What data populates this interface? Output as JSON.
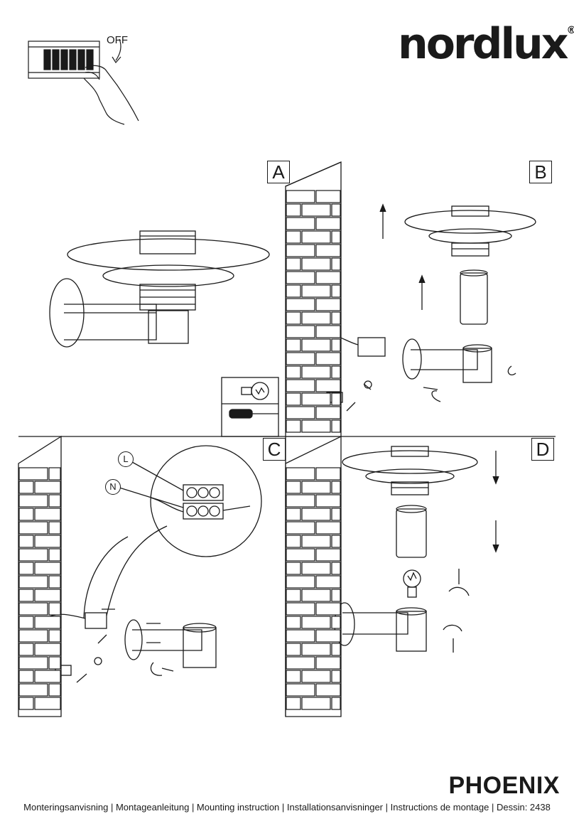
{
  "header": {
    "brand": "nordlux",
    "brand_mark": "®",
    "switch_label": "OFF"
  },
  "panels": [
    {
      "letter": "A"
    },
    {
      "letter": "B"
    },
    {
      "letter": "C"
    },
    {
      "letter": "D"
    }
  ],
  "wiring": {
    "live_label": "L",
    "neutral_label": "N"
  },
  "product": {
    "name": "PHOENIX"
  },
  "footer": {
    "text": "Monteringsanvisning | Montageanleitung | Mounting instruction | Installationsanvisninger | Instructions de montage | Dessin: 2438"
  },
  "icons": [
    "fuse-switch-off-icon",
    "bulb-icon",
    "screwdriver-icon",
    "brick-wall",
    "arrow-icon"
  ]
}
